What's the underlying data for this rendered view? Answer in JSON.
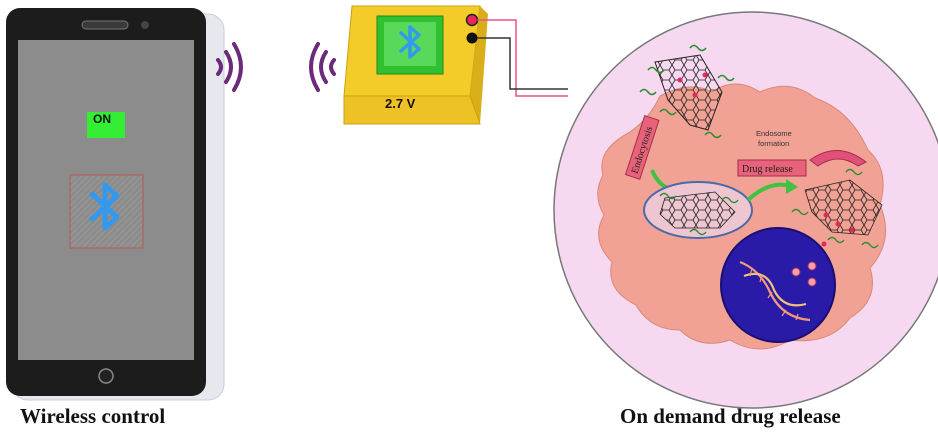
{
  "phone": {
    "status_badge": "ON"
  },
  "device": {
    "voltage": "2.7 V"
  },
  "cell": {
    "endosome_label_line1": "Endosome",
    "endosome_label_line2": "formation",
    "endocytosis_label": "Endocytosis",
    "drug_release_label": "Drug release"
  },
  "captions": {
    "left": "Wireless control",
    "right": "On demand drug release"
  },
  "colors": {
    "phone_screen": "#8c8c8c",
    "badge_green": "#33ee33",
    "bluetooth_blue": "#3399ee",
    "device_yellow": "#f4cc2a",
    "cell_circle": "#f6d9f0",
    "cell_body": "#f2a294",
    "nucleus": "#2a1aa8",
    "wave_purple": "#6b2a7a",
    "wire_pink": "#e8508a",
    "wire_black": "#333333"
  }
}
